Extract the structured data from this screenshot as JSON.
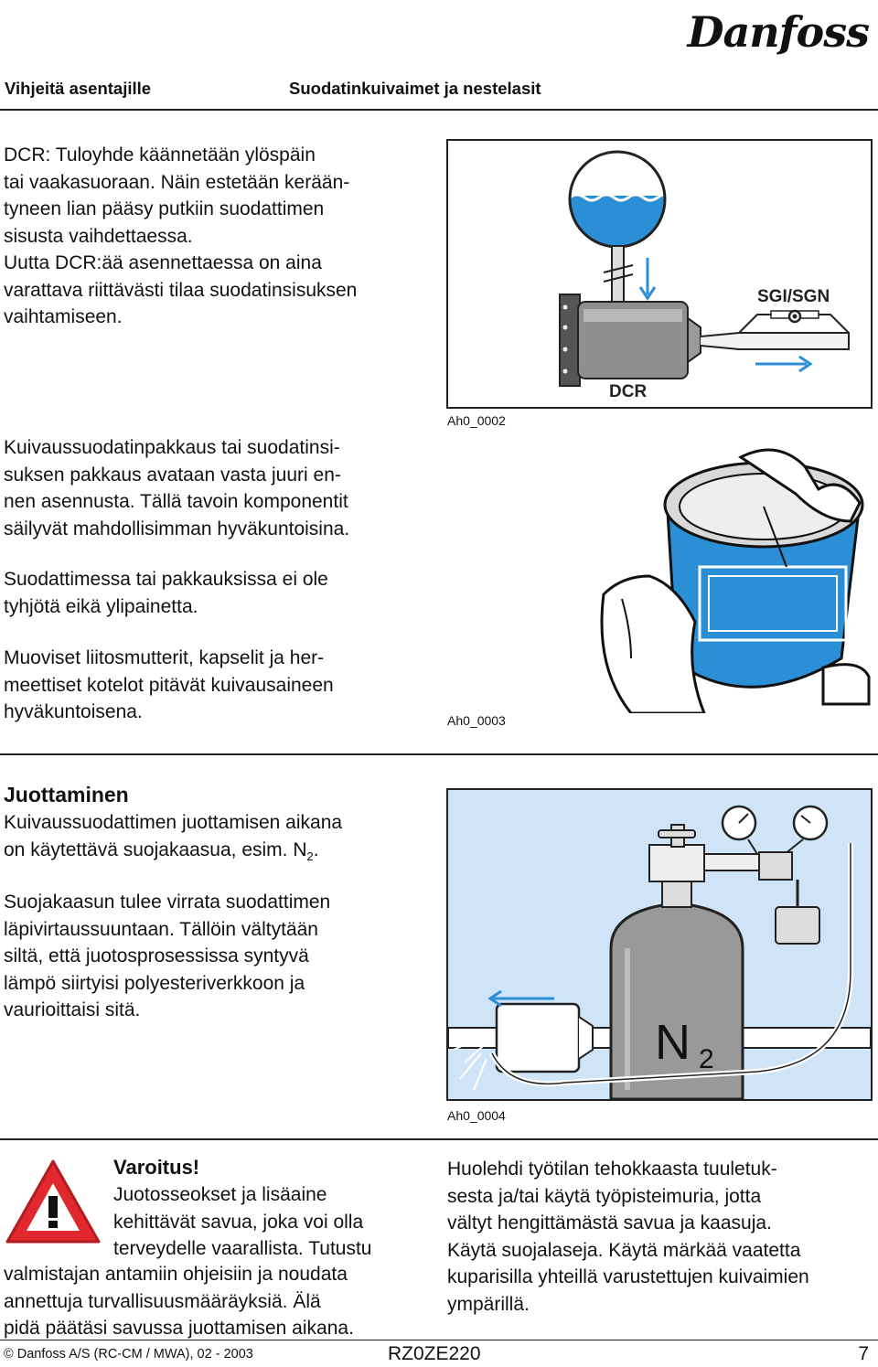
{
  "header": {
    "brand_logo_text": "Danfoss",
    "left_title": "Vihjeitä asentajille",
    "center_title": "Suodatinkuivaimet ja nestelasit"
  },
  "section1": {
    "text_lines": [
      "DCR: Tuloyhde käännetään ylöspäin",
      "tai vaakasuoraan. Näin estetään kerään-",
      "tyneen lian pääsy putkiin suodattimen",
      "sisusta vaihdettaessa.",
      "Uutta DCR:ää asennettaessa on aina",
      "varattava riittävästi tilaa suodatinsisuksen",
      "vaihtamiseen."
    ],
    "figure": {
      "label_sgi": "SGI/SGN",
      "label_dcr": "DCR",
      "caption": "Ah0_0002"
    }
  },
  "section2": {
    "para1_lines": [
      "Kuivaussuodatinpakkaus tai suodatinsi-",
      "suksen pakkaus avataan vasta juuri en-",
      "nen asennusta. Tällä tavoin komponentit",
      "säilyvät mahdollisimman hyväkuntoisina."
    ],
    "para2_lines": [
      "Suodattimessa tai pakkauksissa ei ole",
      "tyhjötä eikä ylipainetta."
    ],
    "para3_lines": [
      "Muoviset liitosmutterit, kapselit ja her-",
      "meettiset kotelot pitävät kuivausaineen",
      "hyväkuntoisena."
    ],
    "figure_caption": "Ah0_0003"
  },
  "section3": {
    "heading": "Juottaminen",
    "para1_line1": "Kuivaussuodattimen juottamisen aikana",
    "para1_line2_text": "on käytettävä suojakaasua, esim. N",
    "para1_line2_sub": "2",
    "para1_line2_end": ".",
    "para2_lines": [
      "Suojakaasun tulee virrata suodattimen",
      "läpivirtaussuuntaan. Tällöin vältytään",
      "siltä, että juotosprosessissa syntyvä",
      "lämpö siirtyisi polyesteriverkkoon ja",
      "vaurioittaisi sitä."
    ],
    "figure": {
      "n2_main": "N",
      "n2_sub": "2",
      "caption": "Ah0_0004",
      "background": "#cfe4f7"
    }
  },
  "warning": {
    "title": "Varoitus!",
    "lines": [
      "Juotosseokset ja lisäaine",
      "kehittävät savua, joka voi olla",
      "terveydelle vaarallista. Tutustu",
      "valmistajan antamiin ohjeisiin ja noudata",
      "annettuja turvallisuusmääräyksiä. Älä",
      "pidä päätäsi savussa juottamisen aikana."
    ],
    "right_lines": [
      "Huolehdi työtilan tehokkaasta tuuletuk-",
      "sesta ja/tai käytä työpisteimuria, jotta",
      "vältyt hengittämästä savua ja kaasuja.",
      "Käytä suojalaseja. Käytä märkää vaatetta",
      "kuparisilla yhteillä varustettujen kuivaimien",
      "ympärillä."
    ],
    "icon_color": "#e0282e"
  },
  "footer": {
    "copyright_symbol": "©",
    "copyright": "Danfoss A/S  (RC-CM / MWA), 02 - 2003",
    "doc_code": "RZ0ZE220",
    "page_number": "7"
  },
  "colors": {
    "water_blue": "#2b8fd6",
    "arrow_blue": "#2b8fd6",
    "label_blue": "#2f78c2",
    "figure_bg": "#cfe4f7"
  }
}
